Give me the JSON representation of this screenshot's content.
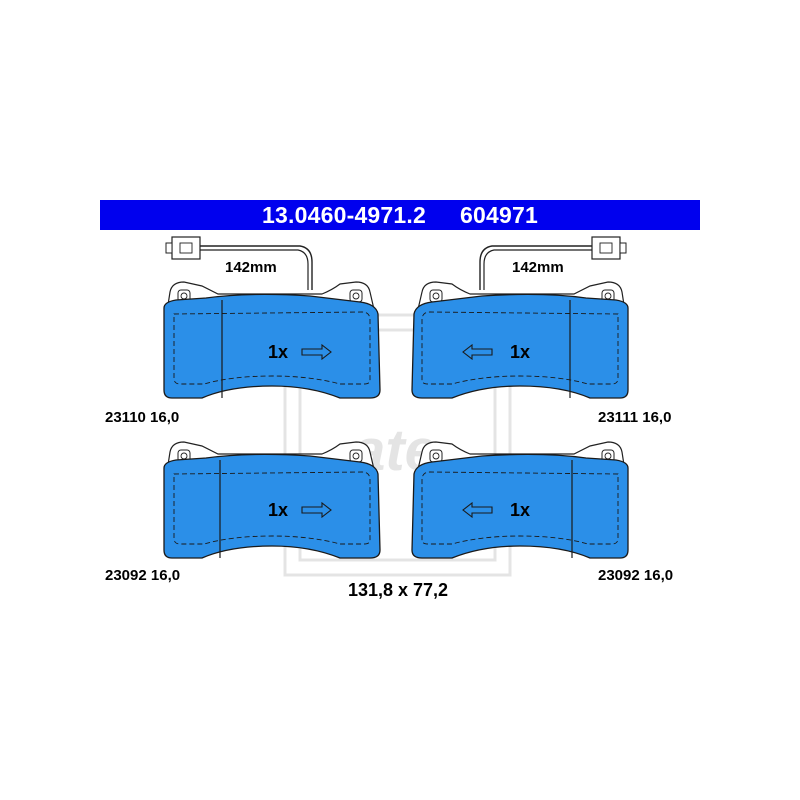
{
  "header": {
    "part_number": "13.0460-4971.2",
    "ref_number": "604971",
    "bar_color": "#0000ee"
  },
  "pad_color": "#2b8fe8",
  "pads": [
    {
      "id": "top-left",
      "code": "23110 16,0",
      "quantity": "1x",
      "arrow": "right",
      "wire_length": "142mm"
    },
    {
      "id": "top-right",
      "code": "23111 16,0",
      "quantity": "1x",
      "arrow": "left",
      "wire_length": "142mm"
    },
    {
      "id": "bottom-left",
      "code": "23092 16,0",
      "quantity": "1x",
      "arrow": "right"
    },
    {
      "id": "bottom-right",
      "code": "23092 16,0",
      "quantity": "1x",
      "arrow": "left"
    }
  ],
  "dimensions": "131,8 x 77,2",
  "icons": {
    "wear_sensor": "wear-sensor-connector-icon",
    "watermark": "ate-logo-watermark"
  }
}
